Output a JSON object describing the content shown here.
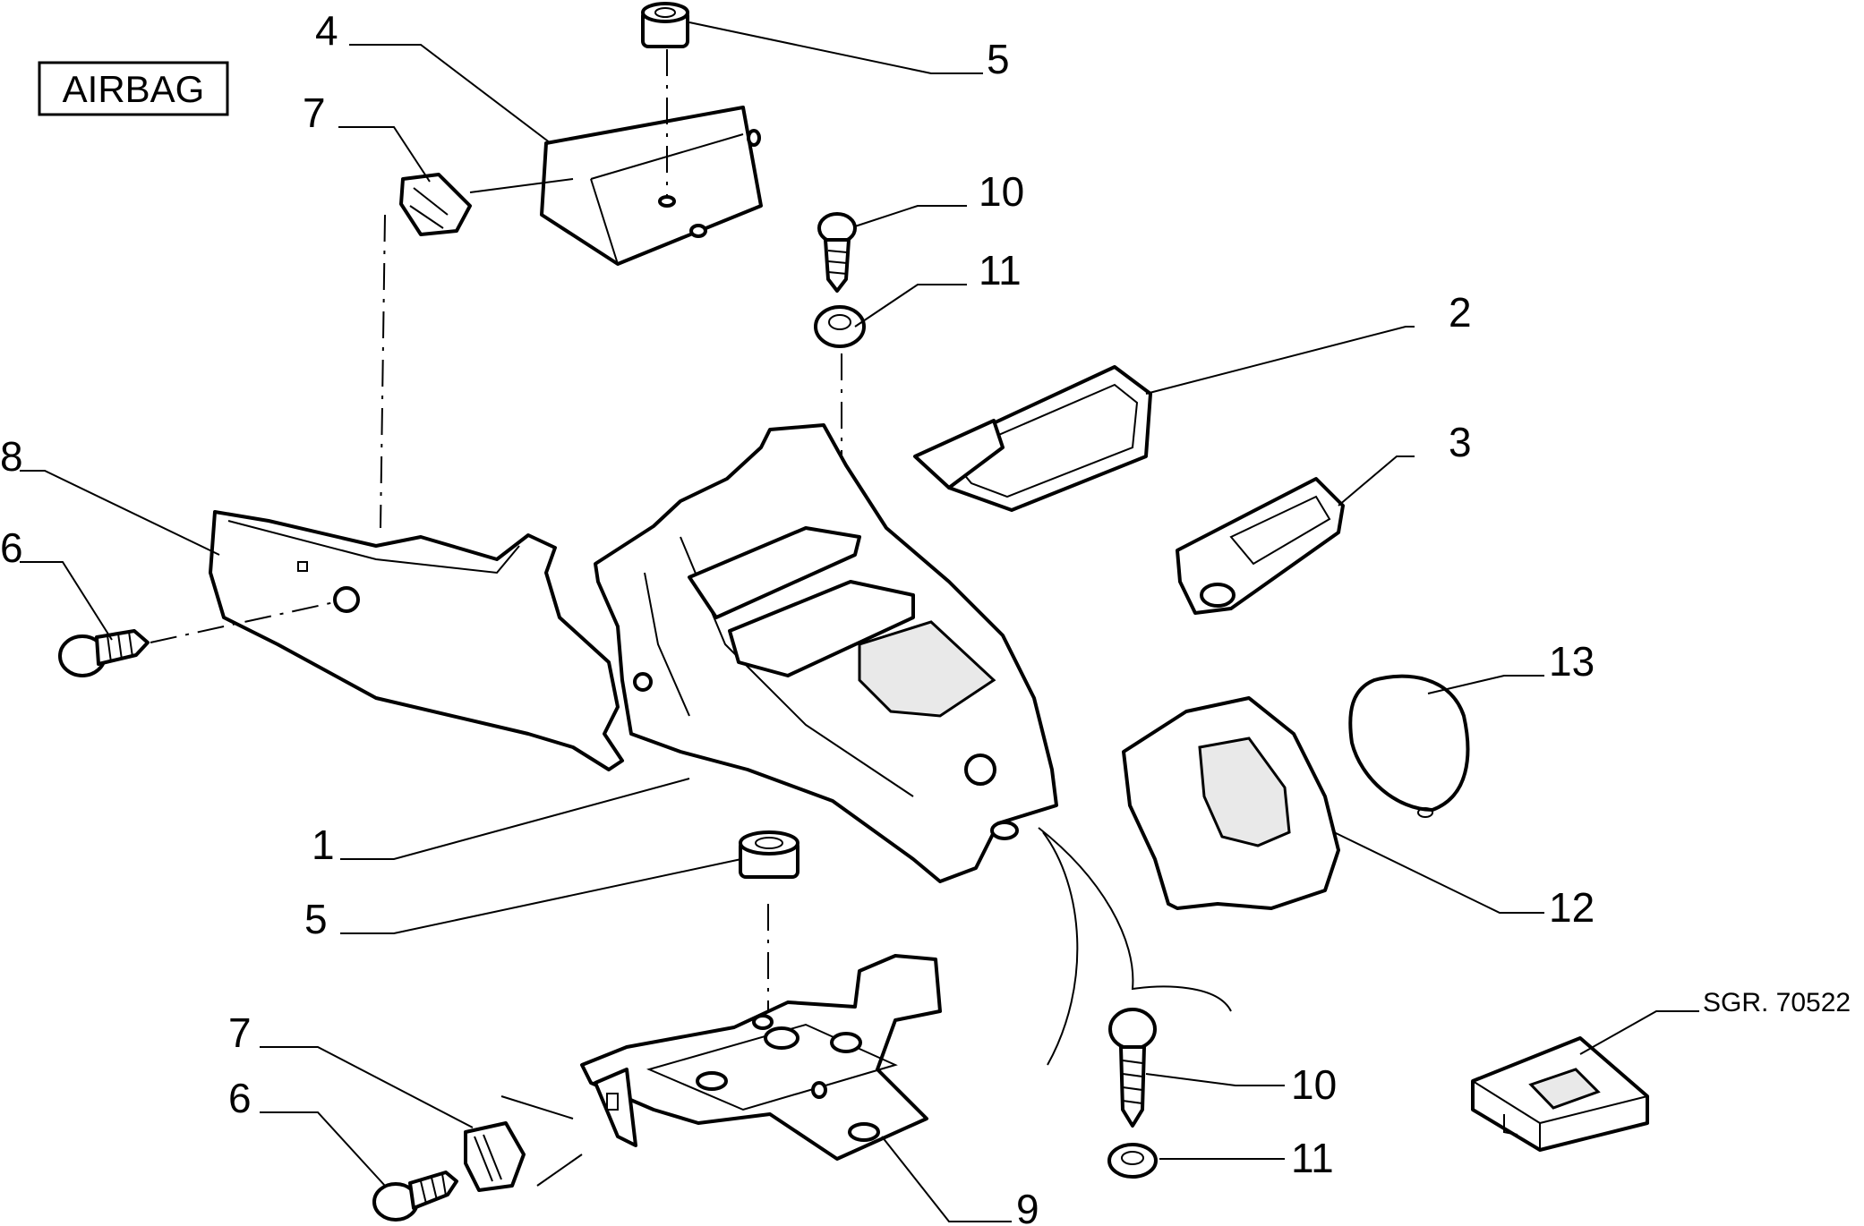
{
  "header": {
    "tag": "AIRBAG"
  },
  "reference": "SGR. 70522",
  "callouts": {
    "c1": "1",
    "c2": "2",
    "c3": "3",
    "c4": "4",
    "c5a": "5",
    "c5b": "5",
    "c6a": "6",
    "c6b": "6",
    "c7a": "7",
    "c7b": "7",
    "c8": "8",
    "c9": "9",
    "c10a": "10",
    "c10b": "10",
    "c11a": "11",
    "c11b": "11",
    "c12": "12",
    "c13": "13"
  }
}
